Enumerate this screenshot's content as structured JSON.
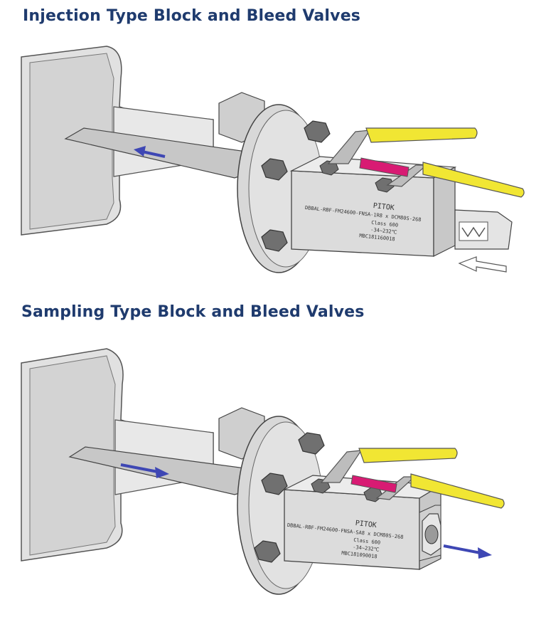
{
  "colors": {
    "heading": "#1f3b6e",
    "handle": "#f1e633",
    "pink_handle": "#d81b73",
    "arrow_blue": "#3e47b4",
    "metal": "#d6d6d6",
    "nut": "#6f6f6f"
  },
  "sections": [
    {
      "title": "Injection Type Block and Bleed Valves",
      "stamp": {
        "brand": "PITOK",
        "line1": "DBBAL-RBF-FM24600-FNSA-1R8 x DCM80S-268",
        "line2": "Class 600",
        "line3": "-34~232℃",
        "line4": "MBC181160018"
      },
      "flow": "injection"
    },
    {
      "title": "Sampling Type Block and Bleed Valves",
      "stamp": {
        "brand": "PITOK",
        "line1": "DBBAL-RBF-FM24600-FNSA-SA8 x DCM80S-268",
        "line2": "Class 600",
        "line3": "-34~232℃",
        "line4": "MBC181090018"
      },
      "flow": "sampling"
    }
  ]
}
